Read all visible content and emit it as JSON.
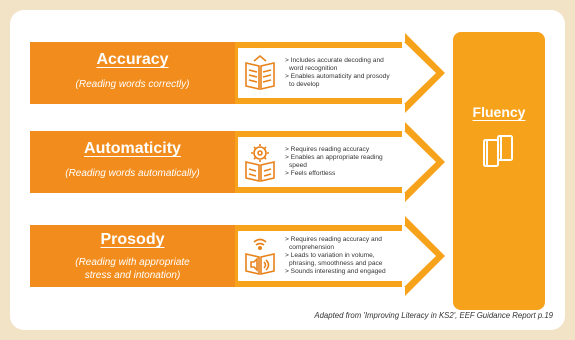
{
  "colors": {
    "page_border": "#f3e3c6",
    "arrow_orange": "#f7a21b",
    "box_orange": "#f28c1c",
    "text_white": "#ffffff",
    "icon_orange": "#e8821a",
    "bullet_text": "#333333"
  },
  "rows": [
    {
      "title": "Accuracy",
      "subtitle_lines": [
        "(Reading words correctly)"
      ],
      "icon": "open-book-text-icon",
      "bullets": [
        "> Includes accurate decoding and",
        "word recognition",
        "> Enables automaticity and prosody",
        "to develop"
      ]
    },
    {
      "title": "Automaticity",
      "subtitle_lines": [
        "(Reading words automatically)"
      ],
      "icon": "book-with-gear-icon",
      "bullets": [
        "> Requires reading accuracy",
        "> Enables an appropriate reading",
        "speed",
        "> Feels effortless"
      ]
    },
    {
      "title": "Prosody",
      "subtitle_lines": [
        "(Reading with appropriate",
        "stress and intonation)"
      ],
      "icon": "book-with-speaker-icon",
      "bullets": [
        "> Requires reading accuracy and",
        "comprehension",
        "> Leads to variation in volume,",
        "phrasing, smoothness and pace",
        "> Sounds interesting and engaged"
      ]
    }
  ],
  "fluency": {
    "title": "Fluency",
    "icon": "books-icon"
  },
  "source": "Adapted from 'Improving Literacy in KS2', EEF Guidance Report p.19"
}
